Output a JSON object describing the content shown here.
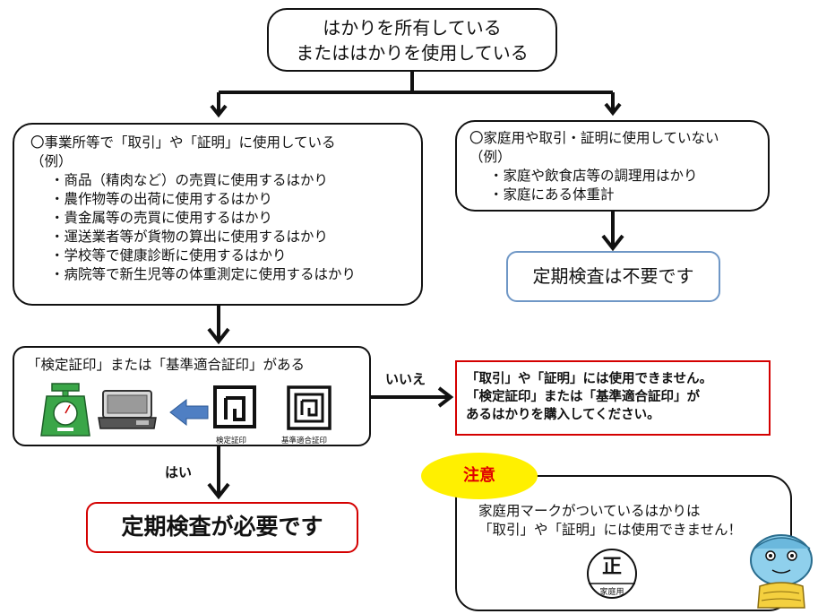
{
  "top": {
    "line1": "はかりを所有している",
    "line2": "またははかりを使用している"
  },
  "business": {
    "heading": "〇事業所等で「取引」や「証明」に使用している",
    "example_label": "（例）",
    "items": [
      "・商品（精肉など）の売買に使用するはかり",
      "・農作物等の出荷に使用するはかり",
      "・貴金属等の売買に使用するはかり",
      "・運送業者等が貨物の算出に使用するはかり",
      "・学校等で健康診断に使用するはかり",
      "・病院等で新生児等の体重測定に使用するはかり"
    ]
  },
  "home": {
    "heading": "〇家庭用や取引・証明に使用していない",
    "example_label": "（例）",
    "items": [
      "・家庭や飲食店等の調理用はかり",
      "・家庭にある体重計"
    ]
  },
  "no_inspection": "定期検査は不要です",
  "mark_question": "「検定証印」または「基準適合証印」がある",
  "stamp_labels": [
    "検定証印",
    "基準適合証印"
  ],
  "no_label": "いいえ",
  "yes_label": "はい",
  "warning": {
    "line1": "「取引」や「証明」には使用できません。",
    "line2": "「検定証印」または「基準適合証印」が",
    "line3": "あるはかりを購入してください。"
  },
  "inspection_required": "定期検査が必要です",
  "note": {
    "title": "注意",
    "line1": "家庭用マークがついているはかりは",
    "line2": "「取引」や「証明」には使用できません！",
    "home_mark_char": "正",
    "home_mark_label": "家庭用"
  },
  "colors": {
    "warning_red": "#d40000",
    "note_yellow": "#fff000",
    "no_inspection_border": "#6f97c6",
    "arrow_blue": "#4f7fc3",
    "scale_green": "#3aa648"
  }
}
